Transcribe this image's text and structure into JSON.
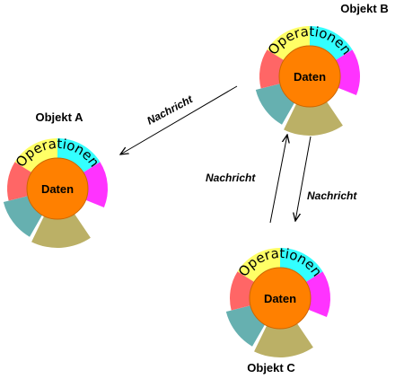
{
  "objects": [
    {
      "id": "a",
      "title": "Objekt A",
      "core_label": "Daten",
      "ring_label": "Operationen"
    },
    {
      "id": "b",
      "title": "Objekt B",
      "core_label": "Daten",
      "ring_label": "Operationen"
    },
    {
      "id": "c",
      "title": "Objekt C",
      "core_label": "Daten",
      "ring_label": "Operationen"
    }
  ],
  "messages": [
    {
      "id": "b-to-a",
      "label": "Nachricht"
    },
    {
      "id": "c-to-b",
      "label": "Nachricht"
    },
    {
      "id": "b-to-c",
      "label": "Nachricht"
    }
  ],
  "colors": {
    "core": "#FF8000",
    "segments": [
      "#FFFF66",
      "#33FFFF",
      "#FF33FF",
      "#BBB066",
      "#66B0B0",
      "#FF6666"
    ],
    "stroke": "#CC6600"
  }
}
